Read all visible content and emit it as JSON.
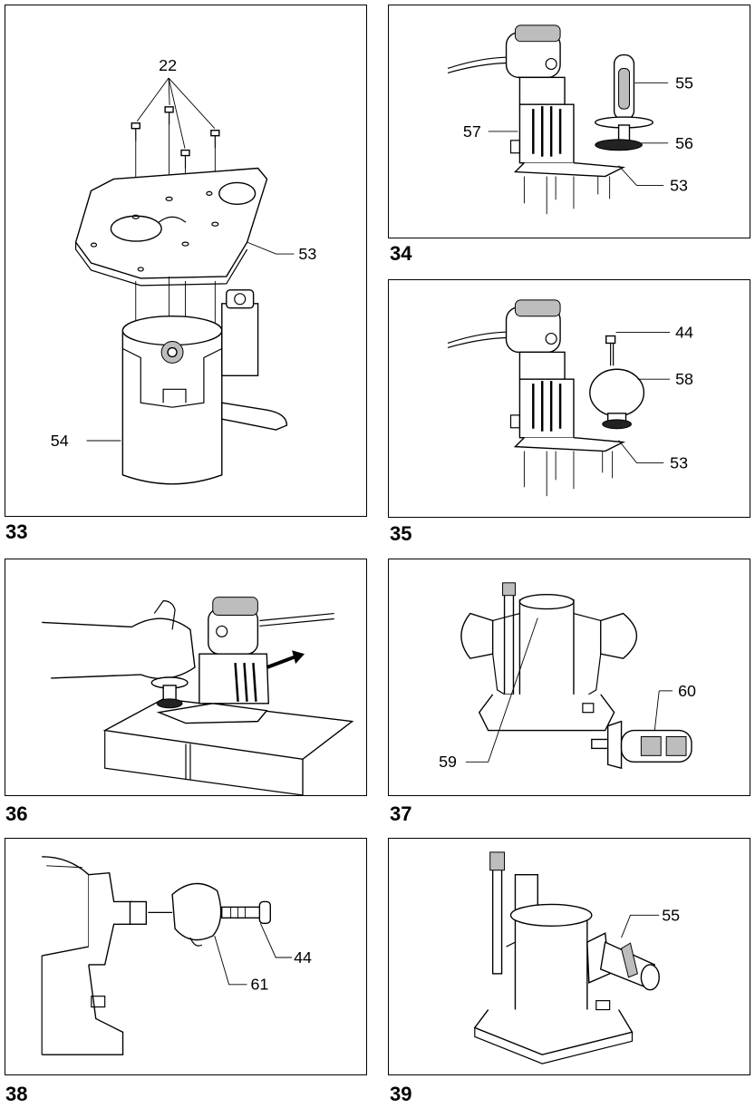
{
  "figures": [
    {
      "id": "33",
      "label": "33",
      "callouts": [
        "22",
        "53",
        "54"
      ]
    },
    {
      "id": "34",
      "label": "34",
      "callouts": [
        "55",
        "57",
        "56",
        "53"
      ]
    },
    {
      "id": "35",
      "label": "35",
      "callouts": [
        "44",
        "58",
        "53"
      ]
    },
    {
      "id": "36",
      "label": "36",
      "callouts": []
    },
    {
      "id": "37",
      "label": "37",
      "callouts": [
        "60",
        "59"
      ]
    },
    {
      "id": "38",
      "label": "38",
      "callouts": [
        "44",
        "61"
      ]
    },
    {
      "id": "39",
      "label": "39",
      "callouts": [
        "55"
      ]
    }
  ]
}
